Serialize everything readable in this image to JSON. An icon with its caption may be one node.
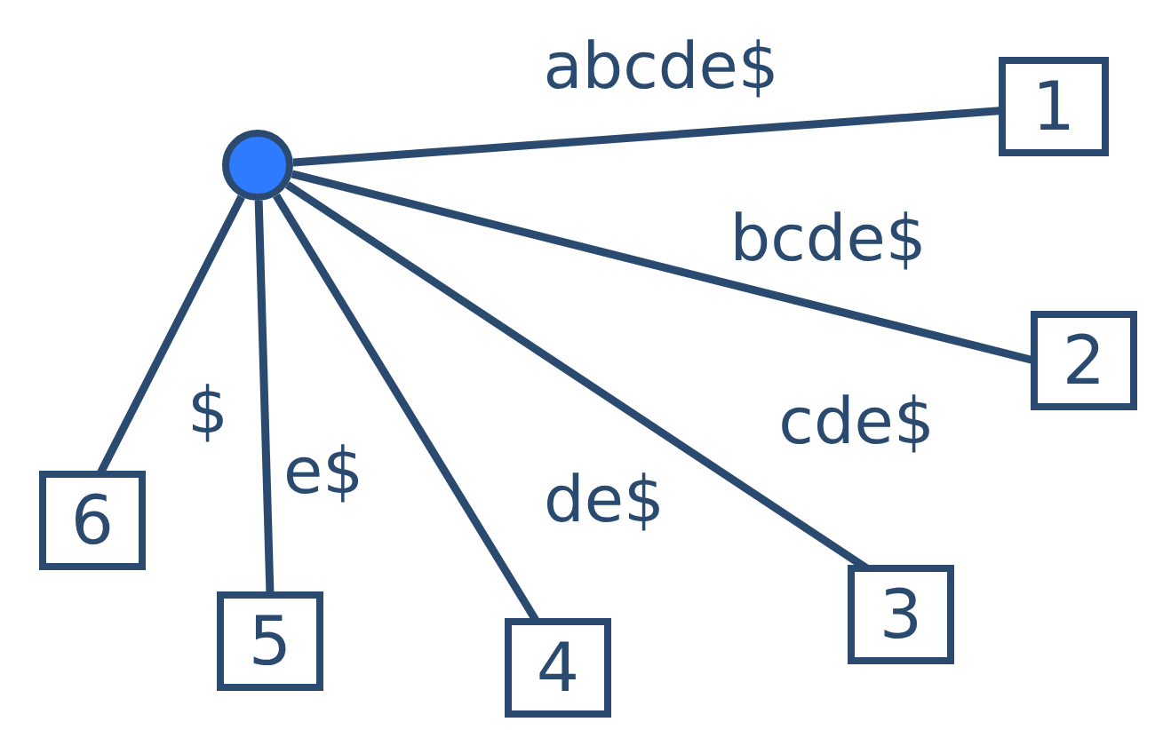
{
  "diagram": {
    "nodes": [
      {
        "text": [],
        "shape": "circle"
      },
      {
        "text": [
          "1"
        ]
      },
      {
        "text": [
          "2"
        ]
      },
      {
        "text": [
          "3"
        ]
      },
      {
        "text": [
          "4"
        ]
      },
      {
        "text": [
          "5"
        ]
      },
      {
        "text": [
          "6"
        ]
      }
    ],
    "edges": [
      {
        "from": 0,
        "to": 1,
        "arrow": "none",
        "label": "abcde$"
      },
      {
        "from": 0,
        "to": 2,
        "arrow": "none",
        "label": "bcde$"
      },
      {
        "from": 0,
        "to": 3,
        "arrow": "none",
        "label": "cde$"
      },
      {
        "from": 0,
        "to": 4,
        "arrow": "none",
        "label": "de$"
      },
      {
        "from": 0,
        "to": 5,
        "arrow": "none",
        "label": "e$"
      },
      {
        "from": 0,
        "to": 6,
        "arrow": "none",
        "label": "$"
      }
    ]
  }
}
